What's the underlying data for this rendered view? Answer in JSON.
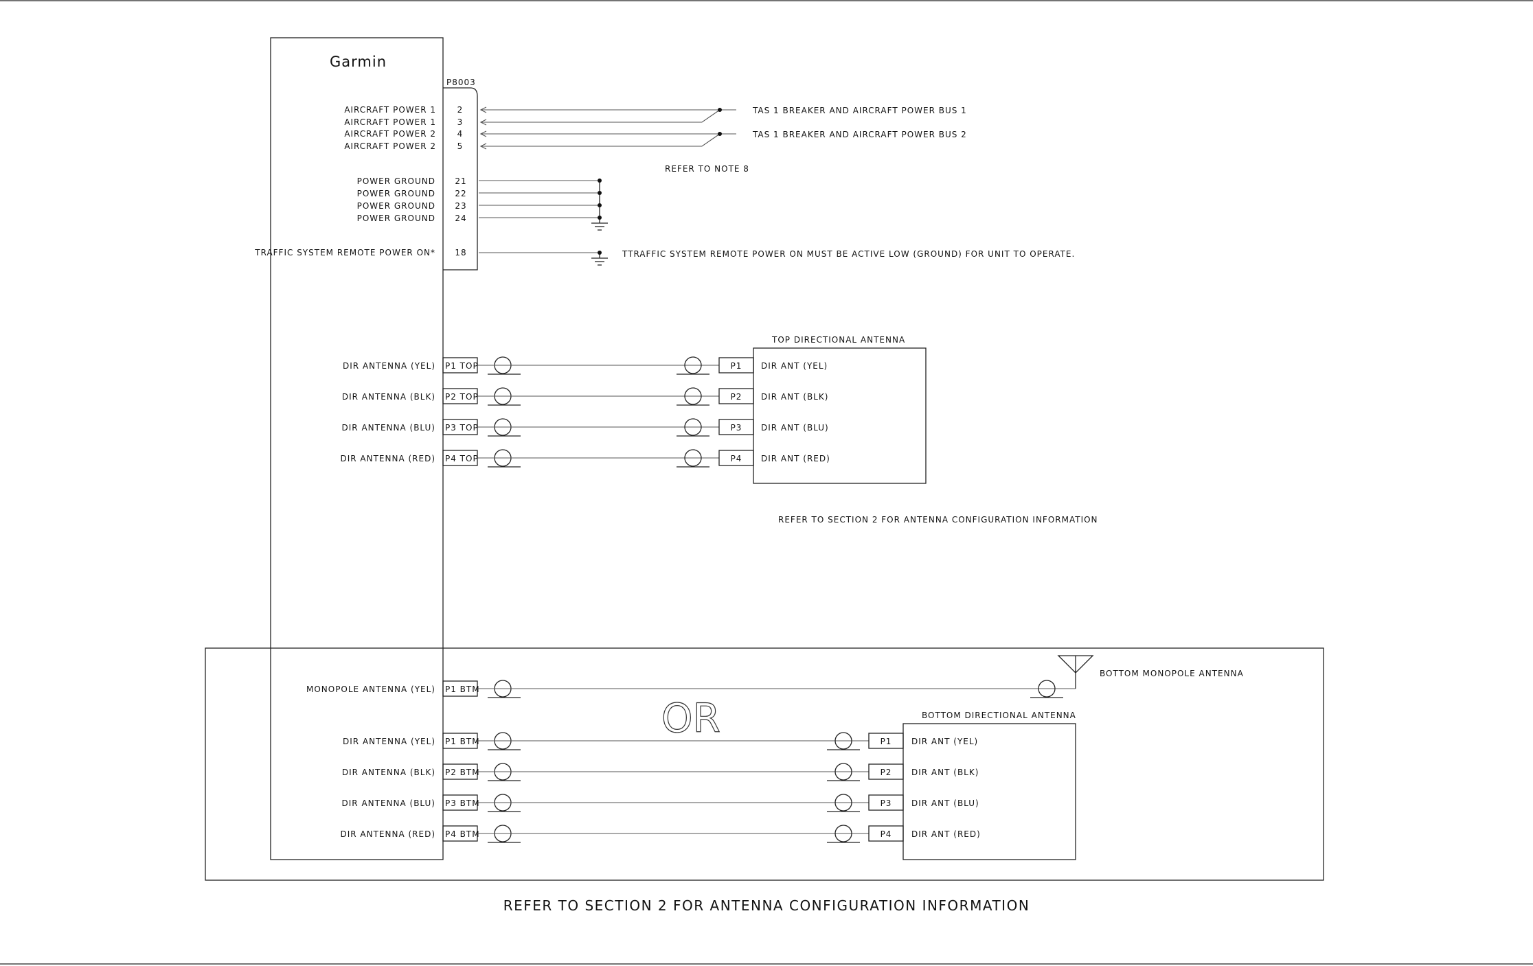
{
  "unit": {
    "brand": "Garmin",
    "connector": "P8003"
  },
  "power_pins": [
    {
      "label": "AIRCRAFT POWER 1",
      "pin": "2"
    },
    {
      "label": "AIRCRAFT POWER 1",
      "pin": "3"
    },
    {
      "label": "AIRCRAFT POWER 2",
      "pin": "4"
    },
    {
      "label": "AIRCRAFT POWER 2",
      "pin": "5"
    }
  ],
  "power_buses": [
    "TAS 1 BREAKER AND AIRCRAFT POWER BUS 1",
    "TAS 1 BREAKER AND AIRCRAFT POWER BUS 2"
  ],
  "power_note": "REFER TO NOTE 8",
  "ground_pins": [
    {
      "label": "POWER GROUND",
      "pin": "21"
    },
    {
      "label": "POWER GROUND",
      "pin": "22"
    },
    {
      "label": "POWER GROUND",
      "pin": "23"
    },
    {
      "label": "POWER GROUND",
      "pin": "24"
    }
  ],
  "remote_power": {
    "label": "TRAFFIC SYSTEM REMOTE POWER ON*",
    "pin": "18",
    "note": "TTRAFFIC SYSTEM REMOTE POWER ON MUST BE ACTIVE LOW (GROUND) FOR UNIT TO OPERATE."
  },
  "top_antenna": {
    "title": "TOP DIRECTIONAL ANTENNA",
    "note": "REFER TO SECTION 2 FOR ANTENNA CONFIGURATION INFORMATION",
    "rows": [
      {
        "label": "DIR ANTENNA (YEL)",
        "conn": "P1 TOP",
        "port": "P1",
        "ant": "DIR ANT (YEL)"
      },
      {
        "label": "DIR ANTENNA (BLK)",
        "conn": "P2 TOP",
        "port": "P2",
        "ant": "DIR ANT (BLK)"
      },
      {
        "label": "DIR ANTENNA (BLU)",
        "conn": "P3 TOP",
        "port": "P3",
        "ant": "DIR ANT (BLU)"
      },
      {
        "label": "DIR ANTENNA (RED)",
        "conn": "P4 TOP",
        "port": "P4",
        "ant": "DIR ANT (RED)"
      }
    ]
  },
  "monopole": {
    "label": "MONOPOLE ANTENNA (YEL)",
    "conn": "P1 BTM",
    "title": "BOTTOM MONOPOLE ANTENNA"
  },
  "or_text": "OR",
  "bottom_antenna": {
    "title": "BOTTOM DIRECTIONAL ANTENNA",
    "rows": [
      {
        "label": "DIR ANTENNA (YEL)",
        "conn": "P1 BTM",
        "port": "P1",
        "ant": "DIR ANT (YEL)"
      },
      {
        "label": "DIR ANTENNA (BLK)",
        "conn": "P2 BTM",
        "port": "P2",
        "ant": "DIR ANT (BLK)"
      },
      {
        "label": "DIR ANTENNA (BLU)",
        "conn": "P3 BTM",
        "port": "P3",
        "ant": "DIR ANT (BLU)"
      },
      {
        "label": "DIR ANTENNA (RED)",
        "conn": "P4 BTM",
        "port": "P4",
        "ant": "DIR ANT (RED)"
      }
    ]
  },
  "footer_note": "REFER TO SECTION 2 FOR ANTENNA CONFIGURATION INFORMATION"
}
